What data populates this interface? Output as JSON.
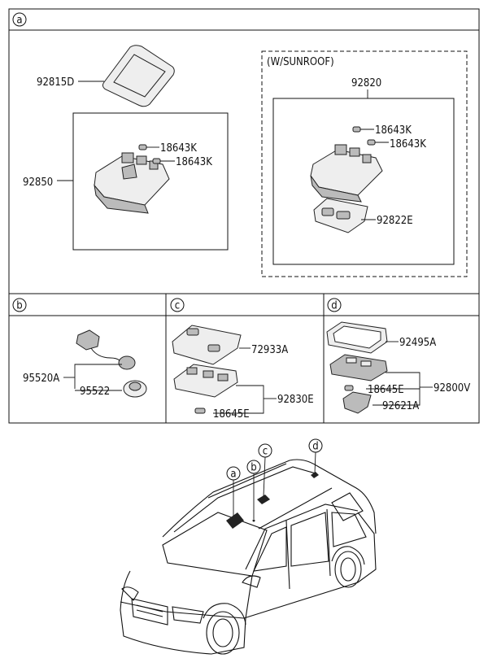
{
  "sections": {
    "a": {
      "letter": "a",
      "sunroof_note": "(W/SUNROOF)"
    },
    "b": {
      "letter": "b"
    },
    "c": {
      "letter": "c"
    },
    "d": {
      "letter": "d"
    }
  },
  "labels": {
    "p92815D": "92815D",
    "p92850": "92850",
    "p18643K": "18643K",
    "p92820": "92820",
    "p92822E": "92822E",
    "p95520A": "95520A",
    "p95522": "95522",
    "p72933A": "72933A",
    "p92830E": "92830E",
    "p18645E": "18645E",
    "p92495A": "92495A",
    "p92800V": "92800V",
    "p92621A": "92621A"
  }
}
